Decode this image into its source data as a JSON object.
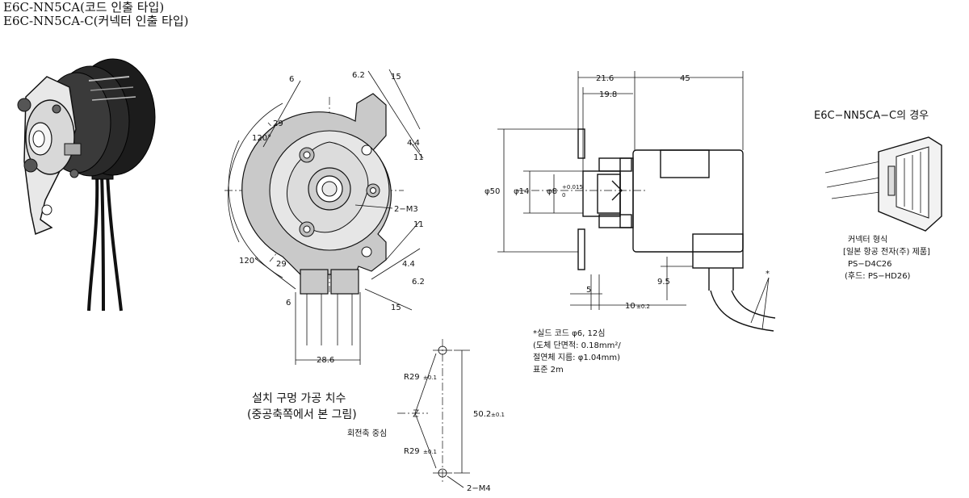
{
  "titles": {
    "line1": "E6C-NN5CA(코드 인출 타입)",
    "line2": "E6C-NN5CA-C(커넥터 인출 타입)"
  },
  "front_view": {
    "dims": {
      "d6_top": "6",
      "d6_2_top": "6.2",
      "d15_top": "15",
      "d4_4_top": "4.4",
      "d11_top": "11",
      "ang120_top": "120°",
      "d29_top": "29",
      "m3": "2−M3",
      "d11_bot": "11",
      "ang120_bot": "120°",
      "d29_bot": "29",
      "d4_4_bot": "4.4",
      "d6_2_bot": "6.2",
      "d6_bot": "6",
      "d15_bot": "15",
      "d28_6": "28.6"
    }
  },
  "mounting_hole": {
    "caption_line1": "설치 구멍 가공 치수",
    "caption_line2": "(중공축쪽에서 본 그림)",
    "r29_top": "R29",
    "r29_top_tol": "±0.1",
    "r29_bot": "R29",
    "r29_bot_tol": "±0.1",
    "pitch": "50.2",
    "pitch_tol": "±0.1",
    "center_label": "회전축 중심",
    "m4": "2−M4"
  },
  "side_view": {
    "d21_6": "21.6",
    "d45": "45",
    "d19_8": "19.8",
    "phi50": "φ50",
    "phi14": "φ14",
    "phi8": "φ8",
    "phi8_tol_up": "+0.015",
    "phi8_tol_low": "0",
    "d9_5": "9.5",
    "d5": "5",
    "d10": "10",
    "d10_tol": "±0.2",
    "star": "*"
  },
  "cable_note": {
    "line1": "*실드 코드 φ6, 12심",
    "line2": "(도체 단면적: 0.18mm²/",
    "line3": "절연체 지름: φ1.04mm)",
    "line4": "표준 2m"
  },
  "connector": {
    "heading": "E6C−NN5CA−C의 경우",
    "line1": "커넥터 형식",
    "line2": "[일본 항공 전자(주) 제품]",
    "line3": "PS−D4C26",
    "line4": "(후드: PS−HD26)"
  }
}
